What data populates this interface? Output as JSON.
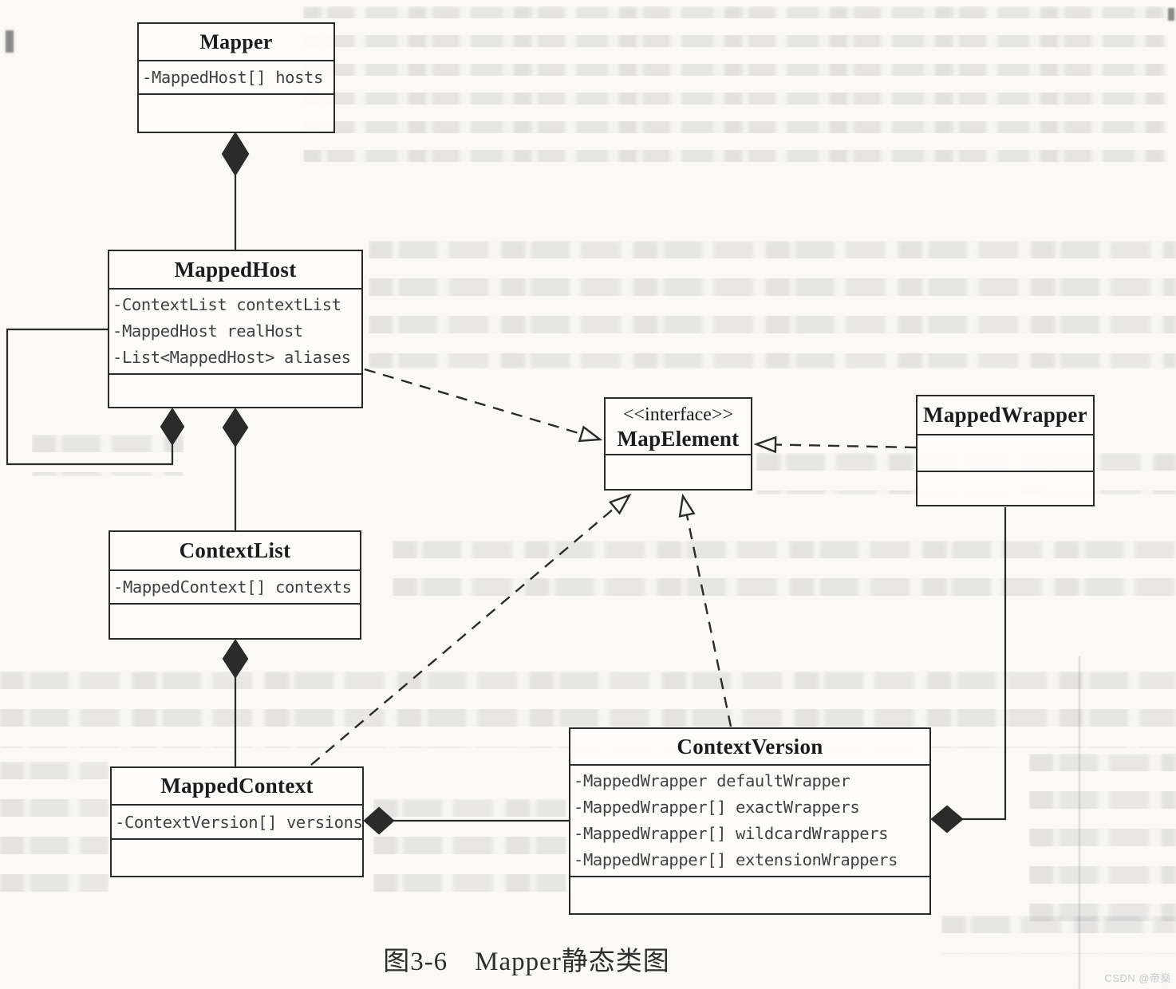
{
  "page": {
    "caption": "图3-6　Mapper静态类图",
    "watermark": "CSDN @帝燊"
  },
  "colors": {
    "ink": "#2b2b2b",
    "paper": "#faf9f6",
    "attribute_text": "#414141",
    "watermark_text": "#c7cacd"
  },
  "classes": {
    "mapper": {
      "name": "Mapper",
      "attributes": [
        "-MappedHost[] hosts"
      ]
    },
    "mapped_host": {
      "name": "MappedHost",
      "attributes": [
        "-ContextList contextList",
        "-MappedHost realHost",
        "-List<MappedHost> aliases"
      ]
    },
    "context_list": {
      "name": "ContextList",
      "attributes": [
        "-MappedContext[] contexts"
      ]
    },
    "mapped_context": {
      "name": "MappedContext",
      "attributes": [
        "-ContextVersion[] versions"
      ]
    },
    "map_element": {
      "stereotype": "<<interface>>",
      "name": "MapElement"
    },
    "mapped_wrapper": {
      "name": "MappedWrapper"
    },
    "context_version": {
      "name": "ContextVersion",
      "attributes": [
        "-MappedWrapper defaultWrapper",
        "-MappedWrapper[] exactWrappers",
        "-MappedWrapper[] wildcardWrappers",
        "-MappedWrapper[] extensionWrappers"
      ]
    }
  },
  "relationships": [
    {
      "type": "composition",
      "owner": "Mapper",
      "part": "MappedHost"
    },
    {
      "type": "composition",
      "owner": "MappedHost",
      "part": "MappedHost"
    },
    {
      "type": "composition",
      "owner": "MappedHost",
      "part": "ContextList"
    },
    {
      "type": "composition",
      "owner": "ContextList",
      "part": "MappedContext"
    },
    {
      "type": "composition",
      "owner": "MappedContext",
      "part": "ContextVersion"
    },
    {
      "type": "composition",
      "owner": "ContextVersion",
      "part": "MappedWrapper"
    },
    {
      "type": "realization",
      "from": "MappedHost",
      "to": "MapElement"
    },
    {
      "type": "realization",
      "from": "MappedWrapper",
      "to": "MapElement"
    },
    {
      "type": "realization",
      "from": "MappedContext",
      "to": "MapElement"
    },
    {
      "type": "realization",
      "from": "ContextVersion",
      "to": "MapElement"
    }
  ]
}
